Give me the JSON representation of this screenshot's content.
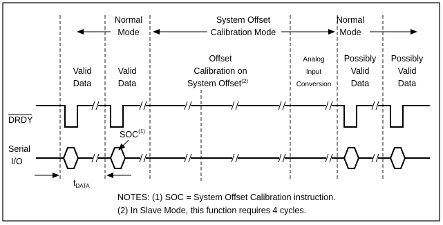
{
  "modes": {
    "normal_left": [
      "Normal",
      "Mode"
    ],
    "system_offset": [
      "System Offset",
      "Calibration Mode"
    ],
    "normal_right": [
      "Normal",
      "Mode"
    ]
  },
  "columns": {
    "valid_data_1": [
      "Valid",
      "Data"
    ],
    "valid_data_2": [
      "Valid",
      "Data"
    ],
    "offset_calibration": [
      "Offset",
      "Calibration on",
      "System Offset"
    ],
    "offset_calibration_note_ref": "(2)",
    "analog_input": [
      "Analog",
      "Input",
      "Conversion"
    ],
    "possibly_valid_1": [
      "Possibly",
      "Valid",
      "Data"
    ],
    "possibly_valid_2": [
      "Possibly",
      "Valid",
      "Data"
    ]
  },
  "signals": {
    "drdy": "DRDY",
    "serial_io": [
      "Serial",
      "I/O"
    ]
  },
  "annotations": {
    "soc": "SOC",
    "soc_note_ref": "(1)",
    "tdata_main": "t",
    "tdata_sub": "DATA"
  },
  "notes": {
    "line1": "NOTES: (1) SOC = System Offset Calibration instruction.",
    "line2": "(2) In Slave Mode, this function requires 4 cycles."
  }
}
